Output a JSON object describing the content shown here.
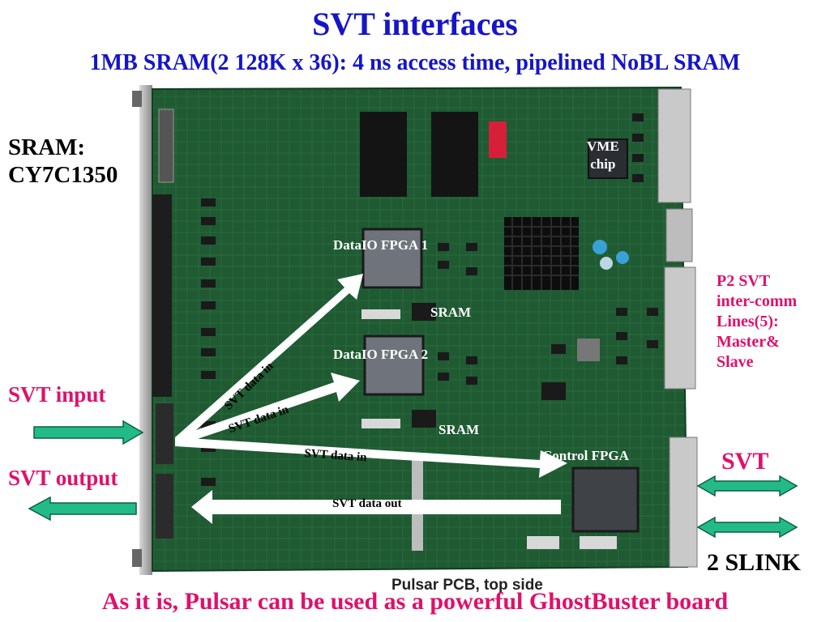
{
  "title": "SVT interfaces",
  "subtitle": "1MB  SRAM(2  128K x 36): 4 ns access time, pipelined NoBL SRAM",
  "labels": {
    "sram_part_line1": "SRAM:",
    "sram_part_line2": "CY7C1350",
    "svt_input": "SVT input",
    "svt_output": "SVT output",
    "p2_line1": "P2 SVT",
    "p2_line2": "inter-comm",
    "p2_line3": "Lines(5):",
    "p2_line4": "Master&",
    "p2_line5": "Slave",
    "svt_right": "SVT",
    "slink": "2 SLINK",
    "vme_line1": "VME",
    "vme_line2": "chip",
    "dataio_fpga_1": "DataIO FPGA 1",
    "dataio_fpga_2": "DataIO FPGA 2",
    "sram_1": "SRAM",
    "sram_2": "SRAM",
    "control_fpga": "Control FPGA",
    "arrow_data_in_1": "SVT data in",
    "arrow_data_in_2": "SVT data in",
    "arrow_data_in_3": "SVT data in",
    "arrow_data_out": "SVT data out",
    "pcb_caption": "Pulsar PCB, top side"
  },
  "footer": "As it is, Pulsar can be used as a powerful GhostBuster board",
  "colors": {
    "title": "#1515c8",
    "highlight": "#e0106a",
    "board": "#1f5a32",
    "arrow_io": "#22bb88",
    "arrow_data": "#ffffff"
  }
}
